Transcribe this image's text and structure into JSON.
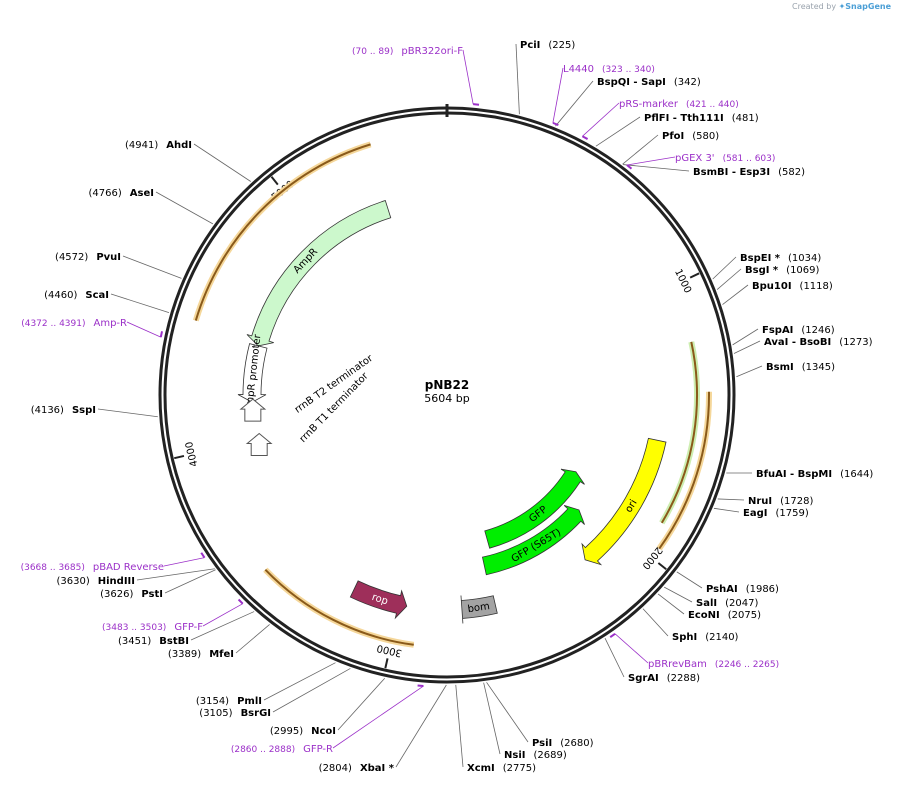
{
  "credit": {
    "prefix": "Created by",
    "brand": "SnapGene"
  },
  "plasmid": {
    "name": "pNB22",
    "length_label": "5604 bp",
    "total_bp": 5604
  },
  "colors": {
    "enzyme_text": "#000000",
    "primer": "#9b30c8",
    "backbone": "#222222"
  },
  "ticks": [
    {
      "bp": 1000,
      "label": "1000"
    },
    {
      "bp": 2000,
      "label": "2000"
    },
    {
      "bp": 3000,
      "label": "3000"
    },
    {
      "bp": 4000,
      "label": "4000"
    },
    {
      "bp": 5000,
      "label": "5000"
    }
  ],
  "features": [
    {
      "name": "ori",
      "label": "ori",
      "start": 1590,
      "end": 2180,
      "strand": 1,
      "color": "#ffff00",
      "ring": 1
    },
    {
      "name": "bom",
      "label": "bom",
      "start": 2600,
      "end": 2740,
      "strand": 0,
      "color": "#a3a3a3",
      "ring": 1
    },
    {
      "name": "rop",
      "label": "rop",
      "start": 2970,
      "end": 3200,
      "strand": -1,
      "color": "#9e2f5a",
      "ring": 1
    },
    {
      "name": "ampr",
      "label": "AmpR",
      "start": 4430,
      "end": 5330,
      "strand": -1,
      "color": "#ccf8cc",
      "ring": 2
    },
    {
      "name": "ampr-promoter",
      "label": "AmpR promoter",
      "start": 4170,
      "end": 4430,
      "strand": -1,
      "color": "#ffffff",
      "ring": 2
    },
    {
      "name": "gfp-s65t",
      "label": "GFP (S65T)",
      "start": 2040,
      "end": 2610,
      "strand": -1,
      "color": "#00ee00",
      "ring": 3
    },
    {
      "name": "gfp",
      "label": "GFP",
      "start": 1880,
      "end": 2560,
      "strand": -1,
      "color": "#00ee00",
      "ring": 4
    }
  ],
  "terminators": [
    {
      "name": "rrnb-t2-terminator",
      "label": "rrnB T2 terminator",
      "bp": 4120
    },
    {
      "name": "rrnb-t1-terminator",
      "label": "rrnB T1 terminator",
      "bp": 3960
    }
  ],
  "enzymes": [
    {
      "name": "PciI",
      "pos": "(225)",
      "side": "right"
    },
    {
      "name": "BspQI - SapI",
      "pos": "(342)",
      "side": "right"
    },
    {
      "name": "PflFI - Tth111I",
      "pos": "(481)",
      "side": "right"
    },
    {
      "name": "PfoI",
      "pos": "(580)",
      "side": "right"
    },
    {
      "name": "BsmBI - Esp3I",
      "pos": "(582)",
      "side": "right"
    },
    {
      "name": "BspEI *",
      "pos": "(1034)",
      "side": "right"
    },
    {
      "name": "BsgI *",
      "pos": "(1069)",
      "side": "right"
    },
    {
      "name": "Bpu10I",
      "pos": "(1118)",
      "side": "right"
    },
    {
      "name": "FspAI",
      "pos": "(1246)",
      "side": "right"
    },
    {
      "name": "AvaI - BsoBI",
      "pos": "(1273)",
      "side": "right"
    },
    {
      "name": "BsmI",
      "pos": "(1345)",
      "side": "right"
    },
    {
      "name": "BfuAI - BspMI",
      "pos": "(1644)",
      "side": "right"
    },
    {
      "name": "NruI",
      "pos": "(1728)",
      "side": "right"
    },
    {
      "name": "EagI",
      "pos": "(1759)",
      "side": "right"
    },
    {
      "name": "PshAI",
      "pos": "(1986)",
      "side": "right"
    },
    {
      "name": "SalI",
      "pos": "(2047)",
      "side": "right"
    },
    {
      "name": "EcoNI",
      "pos": "(2075)",
      "side": "right"
    },
    {
      "name": "SphI",
      "pos": "(2140)",
      "side": "right"
    },
    {
      "name": "SgrAI",
      "pos": "(2288)",
      "side": "right"
    },
    {
      "name": "PsiI",
      "pos": "(2680)",
      "side": "right"
    },
    {
      "name": "NsiI",
      "pos": "(2689)",
      "side": "right"
    },
    {
      "name": "XcmI",
      "pos": "(2775)",
      "side": "right"
    },
    {
      "name": "XbaI *",
      "pos": "(2804)",
      "side": "left"
    },
    {
      "name": "NcoI",
      "pos": "(2995)",
      "side": "left"
    },
    {
      "name": "BsrGI",
      "pos": "(3105)",
      "side": "left"
    },
    {
      "name": "PmlI",
      "pos": "(3154)",
      "side": "left"
    },
    {
      "name": "MfeI",
      "pos": "(3389)",
      "side": "left"
    },
    {
      "name": "BstBI",
      "pos": "(3451)",
      "side": "left"
    },
    {
      "name": "PstI",
      "pos": "(3626)",
      "side": "left"
    },
    {
      "name": "HindIII",
      "pos": "(3630)",
      "side": "left"
    },
    {
      "name": "SspI",
      "pos": "(4136)",
      "side": "left"
    },
    {
      "name": "ScaI",
      "pos": "(4460)",
      "side": "left"
    },
    {
      "name": "PvuI",
      "pos": "(4572)",
      "side": "left"
    },
    {
      "name": "AseI",
      "pos": "(4766)",
      "side": "left"
    },
    {
      "name": "AhdI",
      "pos": "(4941)",
      "side": "left"
    }
  ],
  "primers": [
    {
      "name": "pBR322ori-F",
      "range": "(70 .. 89)",
      "side": "left"
    },
    {
      "name": "L4440",
      "range": "(323 .. 340)",
      "side": "right"
    },
    {
      "name": "pRS-marker",
      "range": "(421 .. 440)",
      "side": "right"
    },
    {
      "name": "pGEX 3'",
      "range": "(581 .. 603)",
      "side": "right"
    },
    {
      "name": "pBRrevBam",
      "range": "(2246 .. 2265)",
      "side": "right"
    },
    {
      "name": "GFP-R",
      "range": "(2860 .. 2888)",
      "side": "left"
    },
    {
      "name": "GFP-F",
      "range": "(3483 .. 3503)",
      "side": "left"
    },
    {
      "name": "pBAD Reverse",
      "range": "(3668 .. 3685)",
      "side": "left"
    },
    {
      "name": "Amp-R",
      "range": "(4372 .. 4391)",
      "side": "left"
    }
  ]
}
